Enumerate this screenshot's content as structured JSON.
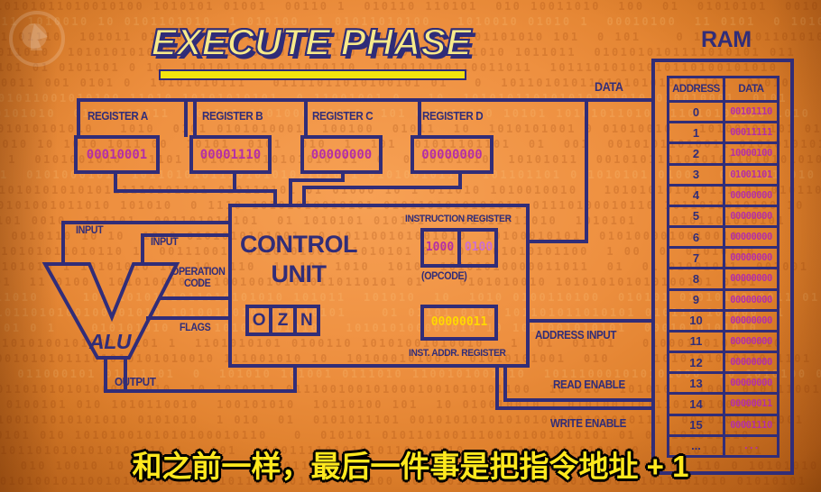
{
  "title": "EXECUTE PHASE",
  "subtitle": "和之前一样，最后一件事是把指令地址 + 1",
  "colors": {
    "background": "#ea8b3c",
    "line_navy": "#312d78",
    "value_magenta": "#b42fa6",
    "value_yellow": "#ffd900",
    "title_yellow": "#f7ea8a",
    "subtitle_yellow": "#ffe91e"
  },
  "registers": [
    {
      "label": "REGISTER A",
      "value": "00010001"
    },
    {
      "label": "REGISTER B",
      "value": "00001110"
    },
    {
      "label": "REGISTER C",
      "value": "00000000"
    },
    {
      "label": "REGISTER D",
      "value": "00000000"
    }
  ],
  "alu": {
    "name": "ALU",
    "input1": "INPUT",
    "input2": "INPUT",
    "operation_code_line1": "OPERATION",
    "operation_code_line2": "CODE",
    "flags": "FLAGS",
    "output": "OUTPUT"
  },
  "control_unit": {
    "title_line1": "CONTROL",
    "title_line2": "UNIT",
    "flag_cells": [
      "O",
      "Z",
      "N"
    ],
    "instruction_register": {
      "label": "INSTRUCTION REGISTER",
      "opcode": "1000",
      "operand": "0100",
      "sublabel": "(OPCODE)"
    },
    "inst_addr_register": {
      "label": "INST. ADDR. REGISTER",
      "value": "00000011"
    }
  },
  "buses": {
    "data": "DATA",
    "address_input": "ADDRESS INPUT",
    "read_enable": "READ ENABLE",
    "write_enable": "WRITE ENABLE"
  },
  "ram": {
    "title": "RAM",
    "columns": [
      "ADDRESS",
      "DATA"
    ],
    "rows": [
      {
        "address": "0",
        "data": "00101110"
      },
      {
        "address": "1",
        "data": "00011111"
      },
      {
        "address": "2",
        "data": "10000100"
      },
      {
        "address": "3",
        "data": "01001101"
      },
      {
        "address": "4",
        "data": "00000000"
      },
      {
        "address": "5",
        "data": "00000000"
      },
      {
        "address": "6",
        "data": "00000000"
      },
      {
        "address": "7",
        "data": "00000000"
      },
      {
        "address": "8",
        "data": "00000000"
      },
      {
        "address": "9",
        "data": "00000000"
      },
      {
        "address": "10",
        "data": "00000000"
      },
      {
        "address": "11",
        "data": "00000000"
      },
      {
        "address": "12",
        "data": "00000000"
      },
      {
        "address": "13",
        "data": "00000000"
      },
      {
        "address": "14",
        "data": "00000011"
      },
      {
        "address": "15",
        "data": "00001110"
      },
      {
        "address": "...",
        "data": "..."
      }
    ]
  }
}
